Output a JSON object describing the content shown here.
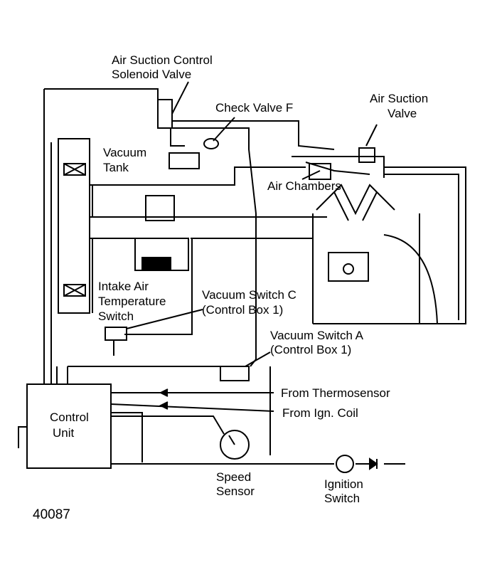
{
  "labels": {
    "air_suction_control": "Air Suction Control",
    "solenoid_valve": "Solenoid Valve",
    "check_valve_f": "Check Valve F",
    "air_suction": "Air Suction",
    "valve": "Valve",
    "vacuum": "Vacuum",
    "tank": "Tank",
    "air_chambers": "Air Chambers",
    "intake_air": "Intake Air",
    "temperature": "Temperature",
    "switch": "Switch",
    "vacuum_switch_c": "Vacuum Switch C",
    "control_box_1_c": "(Control Box 1)",
    "vacuum_switch_a": "Vacuum Switch A",
    "control_box_1_a": "(Control Box 1)",
    "from_thermosensor": "From Thermosensor",
    "from_ign_coil": "From Ign. Coil",
    "control": "Control",
    "unit": "Unit",
    "speed": "Speed",
    "sensor": "Sensor",
    "ignition": "Ignition",
    "ignition_switch_word": "Switch",
    "figure_number": "40087"
  },
  "colors": {
    "ink": "#000000",
    "paper": "#ffffff"
  }
}
